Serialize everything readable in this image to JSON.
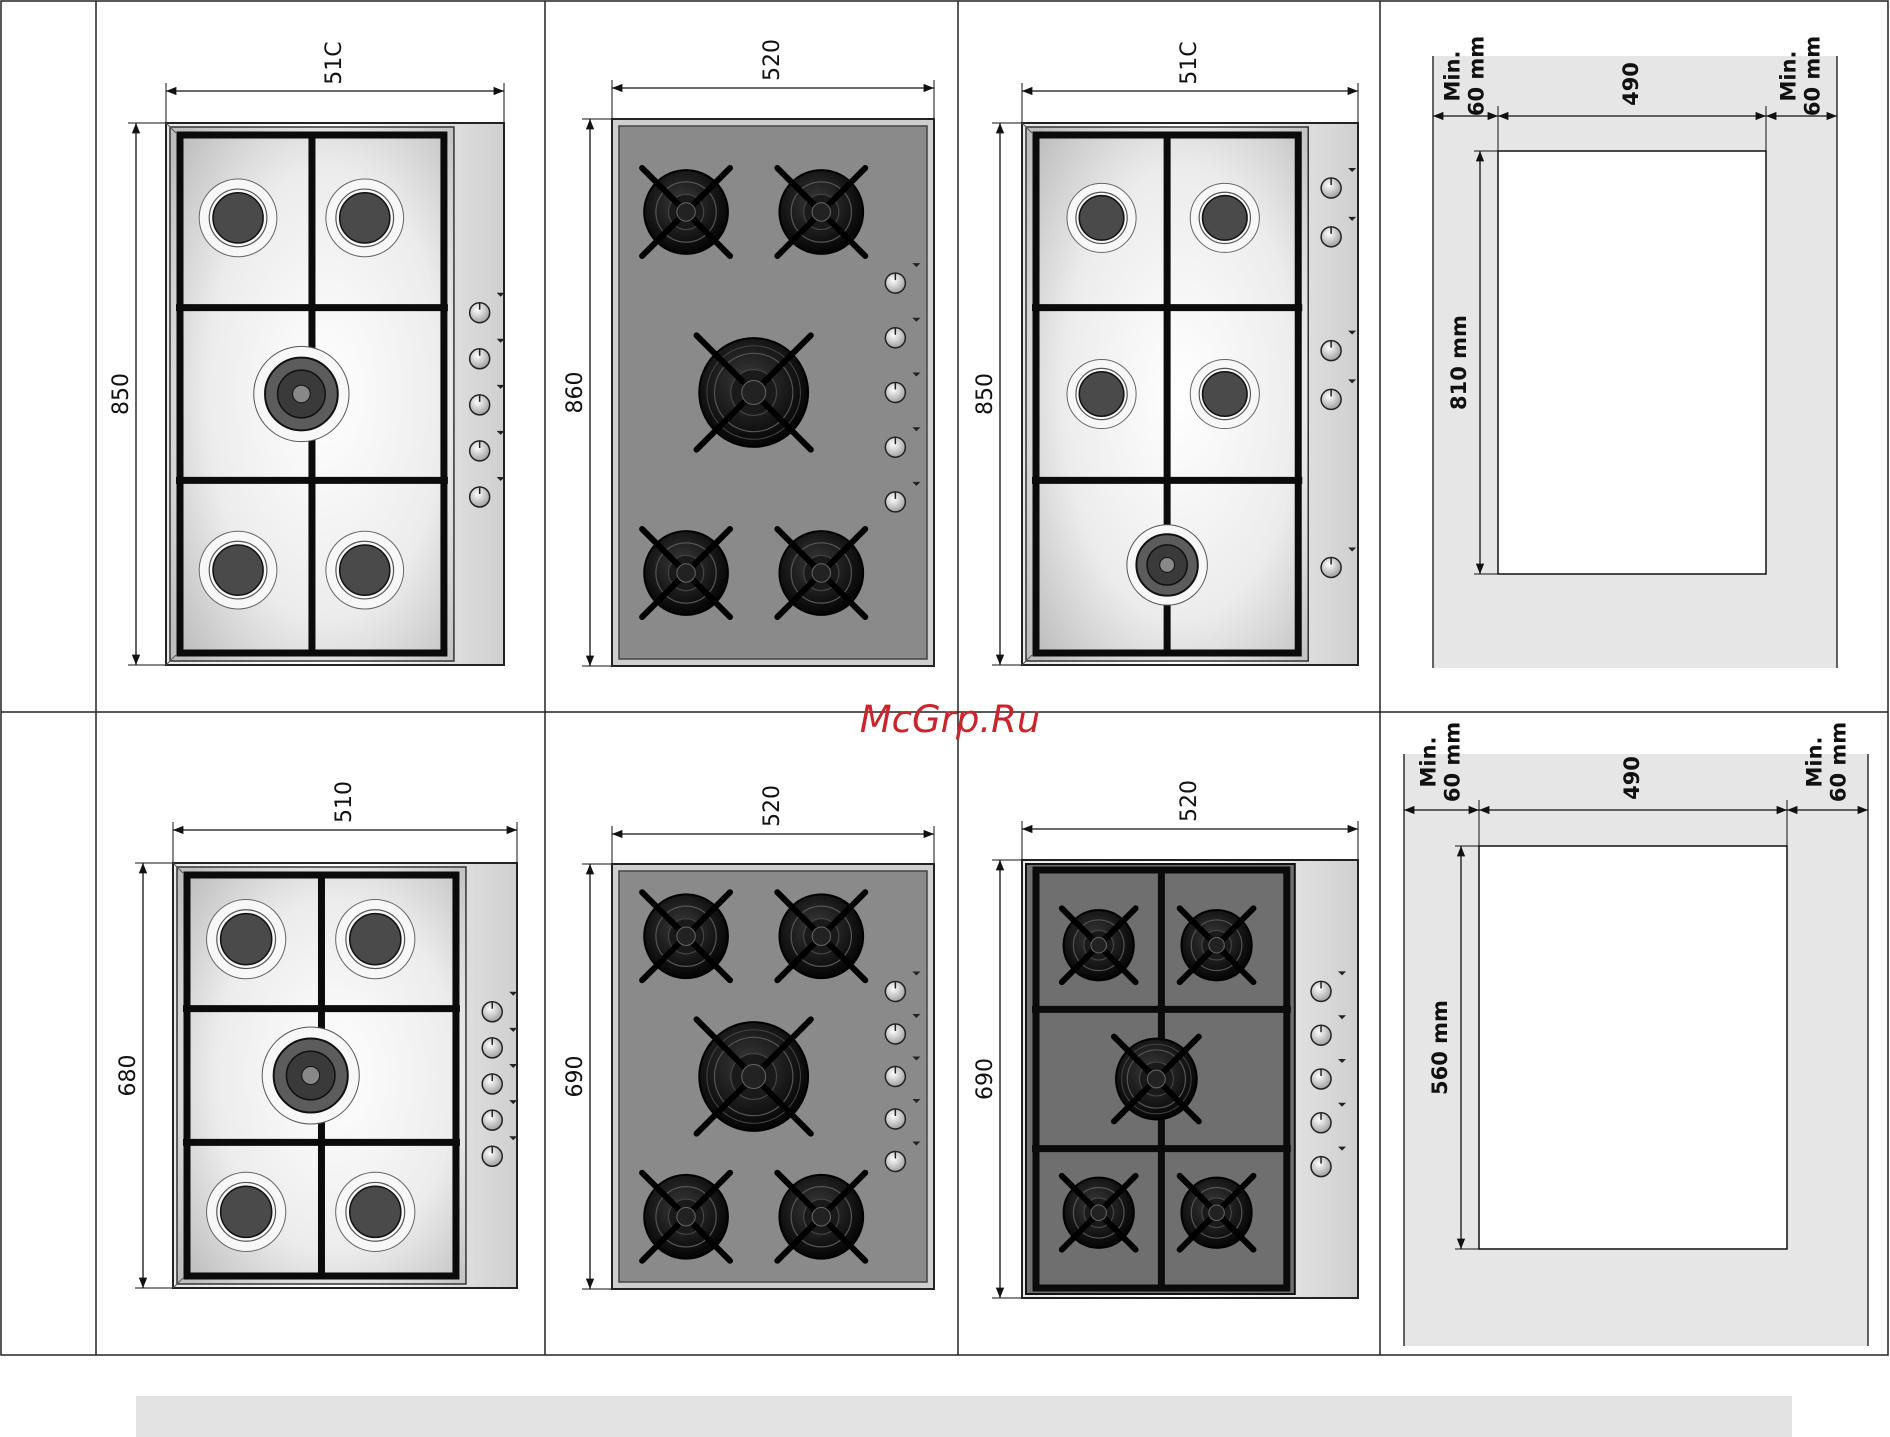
{
  "watermark": "McGrp.Ru",
  "row1": {
    "hob1": {
      "width": "51C",
      "depth": "850",
      "style": "steel",
      "layout": "5-burner-center-wok",
      "knobs": 5
    },
    "hob2": {
      "width": "520",
      "depth": "860",
      "style": "glass",
      "layout": "5-burner-center-wok",
      "knobs": 5
    },
    "hob3": {
      "width": "51C",
      "depth": "850",
      "style": "steel",
      "layout": "6-burner-stacked",
      "knobs": 5
    },
    "cutout": {
      "min_left_1": "Min.",
      "min_left_2": "60 mm",
      "center": "490",
      "min_right_1": "Min.",
      "min_right_2": "60 mm",
      "depth": "810 mm"
    }
  },
  "row2": {
    "hob1": {
      "width": "510",
      "depth": "680",
      "style": "steel",
      "layout": "5-burner-center-wok",
      "knobs": 5
    },
    "hob2": {
      "width": "520",
      "depth": "690",
      "style": "glass",
      "layout": "5-burner-center-wok",
      "knobs": 5
    },
    "hob3": {
      "width": "520",
      "depth": "690",
      "style": "dark-steel",
      "layout": "5-burner-center-wok",
      "knobs": 5
    },
    "cutout": {
      "min_left_1": "Min.",
      "min_left_2": "60 mm",
      "center": "490",
      "min_right_1": "Min.",
      "min_right_2": "60 mm",
      "depth": "560 mm"
    }
  },
  "colors": {
    "glass": "#8a8a8a",
    "steel": "#f2f2f2",
    "grate": "#111111",
    "cutout_bg": "#e6e6e6",
    "watermark": "#c8252c"
  }
}
